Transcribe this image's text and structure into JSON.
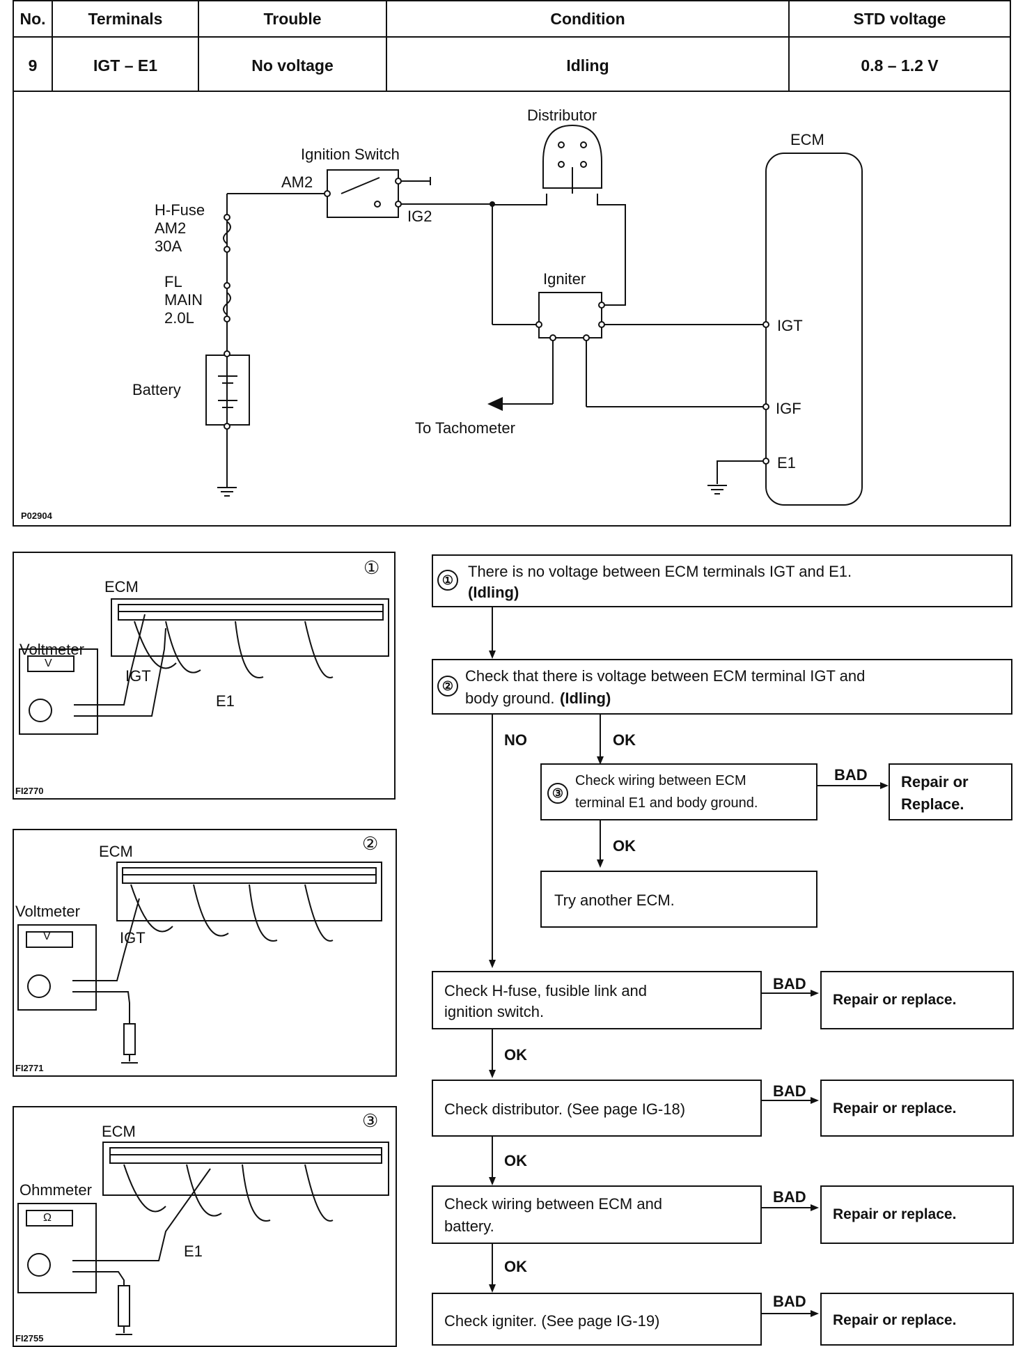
{
  "table": {
    "headers": [
      "No.",
      "Terminals",
      "Trouble",
      "Condition",
      "STD voltage"
    ],
    "row": [
      "9",
      "IGT – E1",
      "No voltage",
      "Idling",
      "0.8 – 1.2 V"
    ]
  },
  "circuit": {
    "distributor": "Distributor",
    "ecm": "ECM",
    "ignition_switch": "Ignition Switch",
    "am2": "AM2",
    "ig2": "IG2",
    "hfuse": [
      "H-Fuse",
      "AM2",
      "30A"
    ],
    "fl": [
      "FL",
      "MAIN",
      "2.0L"
    ],
    "battery": "Battery",
    "igniter": "Igniter",
    "igt": "IGT",
    "igf": "IGF",
    "e1": "E1",
    "tach": "To Tachometer",
    "code": "P02904"
  },
  "panels": [
    {
      "num": "①",
      "ecm": "ECM",
      "meter": "Voltmeter",
      "meter_symbol": "V",
      "probe1": "IGT",
      "probe2": "E1",
      "code": "FI2770"
    },
    {
      "num": "②",
      "ecm": "ECM",
      "meter": "Voltmeter",
      "meter_symbol": "V",
      "probe1": "IGT",
      "code": "FI2771"
    },
    {
      "num": "③",
      "ecm": "ECM",
      "meter": "Ohmmeter",
      "meter_symbol": "Ω",
      "probe2": "E1",
      "code": "FI2755"
    }
  ],
  "flow": {
    "step1": {
      "num": "①",
      "line1": "There is no voltage between ECM terminals IGT and E1.",
      "line2": "(Idling)"
    },
    "step2": {
      "num": "②",
      "line1": "Check that there is voltage between ECM terminal IGT and",
      "line2a": "body ground.",
      "line2b": "(Idling)"
    },
    "no": "NO",
    "ok": "OK",
    "bad": "BAD",
    "step3": {
      "num": "③",
      "line1": "Check wiring between ECM",
      "line2": "terminal E1 and body ground."
    },
    "repair_cap": [
      "Repair or",
      "Replace."
    ],
    "try_ecm": "Try another ECM.",
    "check_fuse": [
      "Check H-fuse, fusible link and",
      "ignition switch."
    ],
    "check_dist": "Check distributor. (See page IG-18)",
    "check_wiring": [
      "Check wiring between ECM and",
      "battery."
    ],
    "check_igniter": "Check igniter. (See page IG-19)",
    "repair": "Repair or replace."
  }
}
